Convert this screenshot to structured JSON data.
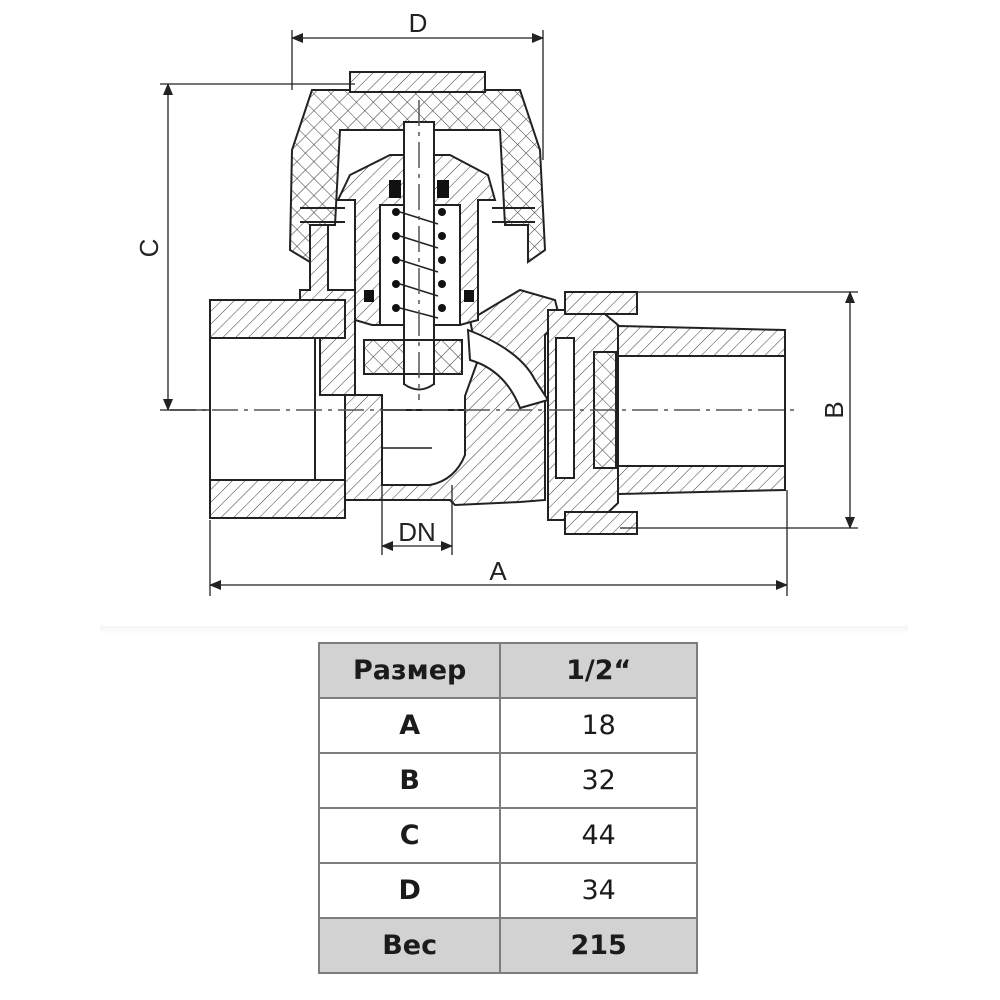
{
  "drawing": {
    "dimension_labels": {
      "a": "A",
      "b": "B",
      "c": "C",
      "d": "D",
      "dn": "DN"
    }
  },
  "table": {
    "header": {
      "name": "Размер",
      "value": "1/2“"
    },
    "rows": [
      {
        "name": "A",
        "value": "18"
      },
      {
        "name": "B",
        "value": "32"
      },
      {
        "name": "C",
        "value": "44"
      },
      {
        "name": "D",
        "value": "34"
      }
    ],
    "footer": {
      "name": "Вес",
      "value": "215"
    }
  }
}
